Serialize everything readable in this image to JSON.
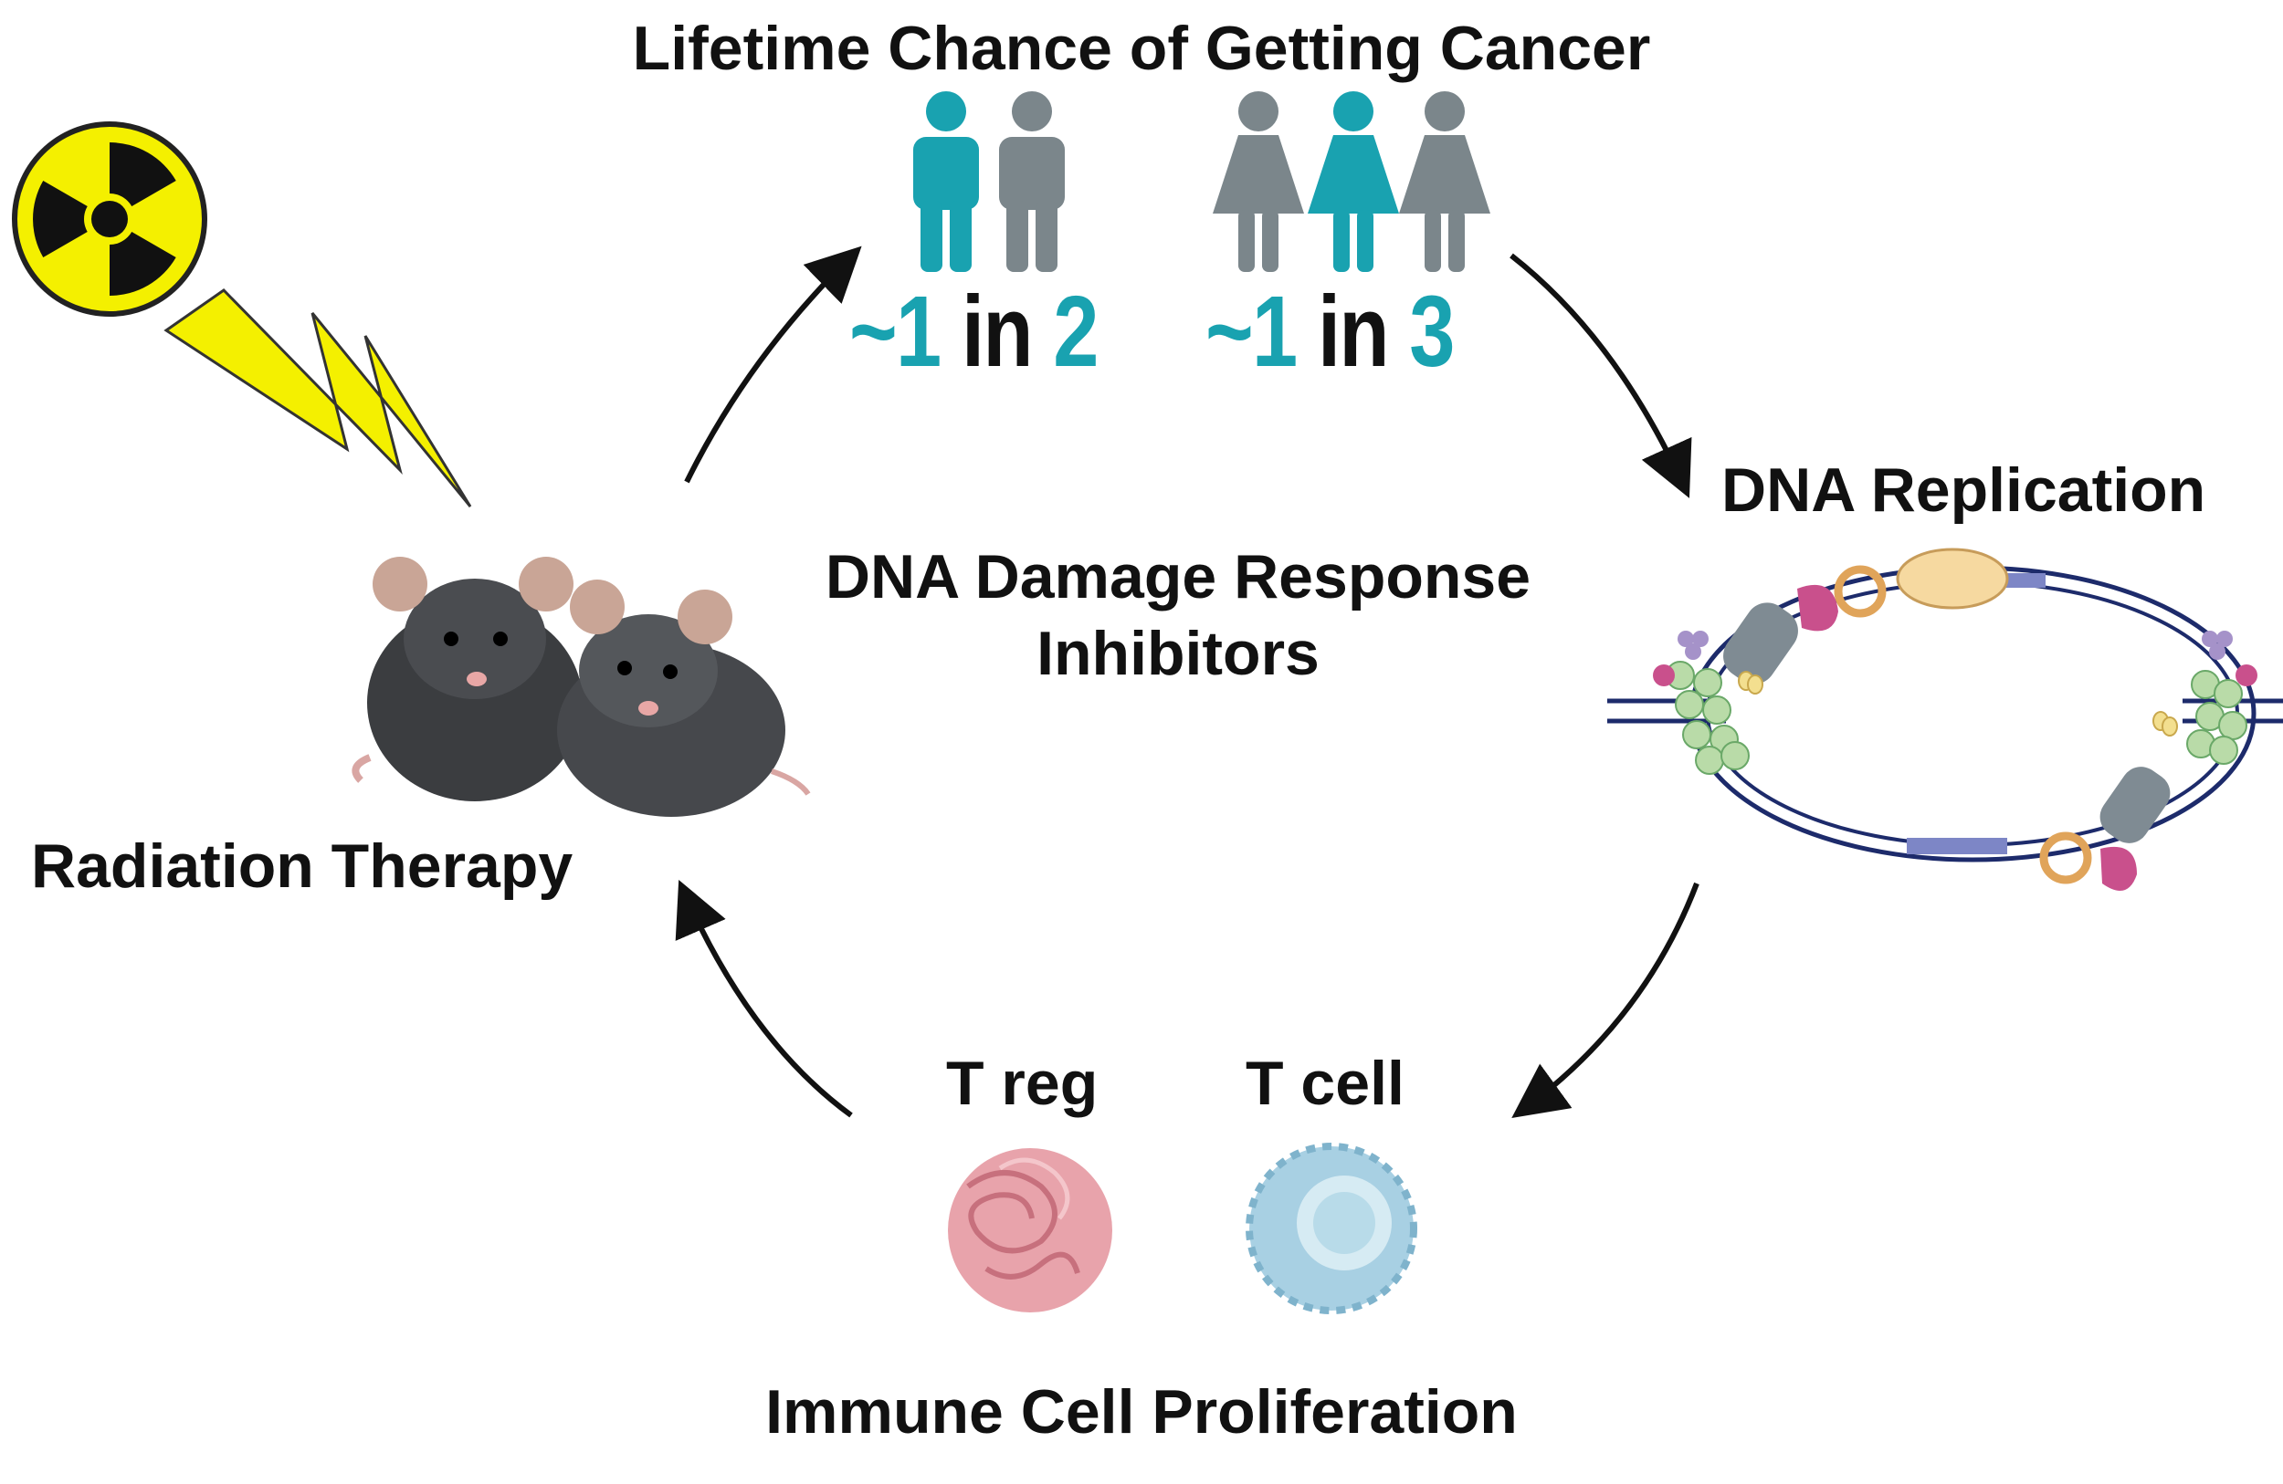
{
  "title": "Lifetime Chance of Getting Cancer",
  "stats": {
    "men": {
      "prefix": "~1",
      "middle": " in ",
      "denominator": "2"
    },
    "women": {
      "prefix": "~1",
      "middle": " in ",
      "denominator": "3"
    }
  },
  "center_label": "DNA Damage Response Inhibitors",
  "nodes": {
    "dna_replication": "DNA Replication",
    "radiation_therapy": "Radiation Therapy",
    "immune_cell_proliferation": "Immune Cell Proliferation",
    "t_reg": "T reg",
    "t_cell": "T cell"
  },
  "colors": {
    "highlight": "#19a2b0",
    "figure_gray": "#7b868b",
    "radiation_yellow": "#f4f000",
    "dna_strand": "#1d2b6b",
    "t_reg_cell": "#e39aa4",
    "t_cell_cell": "#9ccbe0"
  },
  "icons": [
    "radiation-hazard-icon",
    "lightning-bolt-icon",
    "man-figure-icon",
    "woman-figure-icon",
    "mouse-icon",
    "dna-replication-fork-icon"
  ]
}
